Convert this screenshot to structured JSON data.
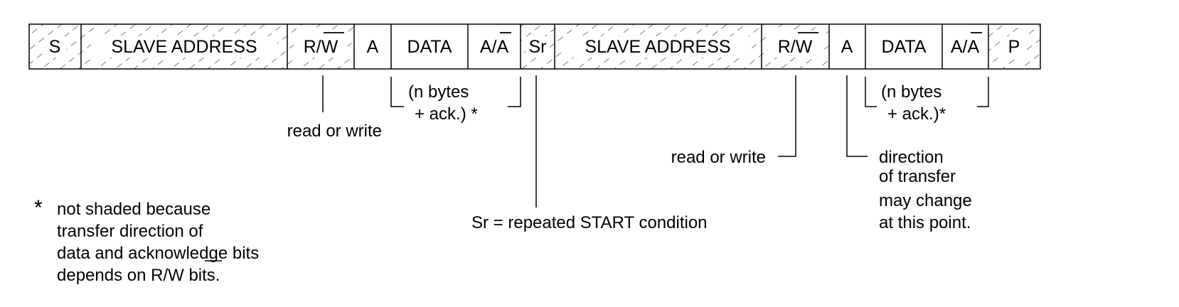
{
  "segments": [
    {
      "id": "s",
      "label": "S",
      "shaded": true
    },
    {
      "id": "addr1",
      "label": "SLAVE ADDRESS",
      "shaded": true
    },
    {
      "id": "rw1",
      "label_a": "R/",
      "label_b": "W",
      "shaded": true
    },
    {
      "id": "a1",
      "label": "A",
      "shaded": false
    },
    {
      "id": "data1",
      "label": "DATA",
      "shaded": false
    },
    {
      "id": "ack1",
      "label_a": "A/",
      "label_b": "A",
      "shaded": false
    },
    {
      "id": "sr",
      "label": "Sr",
      "shaded": true
    },
    {
      "id": "addr2",
      "label": "SLAVE ADDRESS",
      "shaded": true
    },
    {
      "id": "rw2",
      "label_a": "R/",
      "label_b": "W",
      "shaded": true
    },
    {
      "id": "a2",
      "label": "A",
      "shaded": false
    },
    {
      "id": "data2",
      "label": "DATA",
      "shaded": false
    },
    {
      "id": "ack2",
      "label_a": "A/",
      "label_b": "A",
      "shaded": false
    },
    {
      "id": "p",
      "label": "P",
      "shaded": true
    }
  ],
  "annotations": {
    "nbytes1": [
      "(n bytes",
      "+ ack.) *"
    ],
    "read_write_1": "read or write",
    "nbytes2": [
      "(n bytes",
      "+ ack.)*"
    ],
    "read_write_2": "read or write",
    "direction": [
      "direction",
      "of transfer",
      "may change",
      "at this point."
    ],
    "sr_note": "Sr = repeated START condition",
    "footnote_star": "*",
    "footnote": [
      "not shaded because",
      "transfer direction of",
      "data and acknowledge bits"
    ],
    "footnote_last_a": "depends on R/",
    "footnote_last_b": "W",
    "footnote_last_c": " bits."
  }
}
